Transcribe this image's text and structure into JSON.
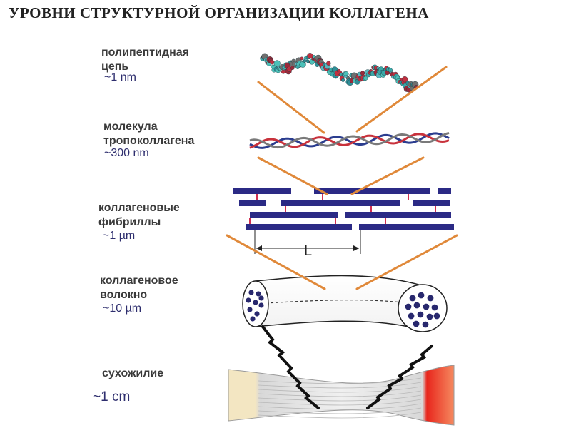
{
  "title": "УРОВНИ СТРУКТУРНОЙ ОРГАНИЗАЦИИ КОЛЛАГЕНА",
  "levels": [
    {
      "line1": "полипептидная",
      "line2": "цепь",
      "size": "~1 nm"
    },
    {
      "line1": "молекула",
      "line2": "тропоколлагена",
      "size": "~300 nm"
    },
    {
      "line1": "коллагеновые",
      "line2": "фибриллы",
      "size": "~1 µm"
    },
    {
      "line1": "коллагеновое",
      "line2": "волокно",
      "size": "~10 µm"
    },
    {
      "line1": "сухожилие",
      "line2": "",
      "size": "~1 cm"
    }
  ],
  "period_label": "L",
  "colors": {
    "connector": "#e0893a",
    "fibril": "#2b2a85",
    "cross_link": "#d23050",
    "fiber_dot": "#28286e",
    "tendon_left": "#f3e6c2",
    "tendon_right": "#e8261c"
  }
}
